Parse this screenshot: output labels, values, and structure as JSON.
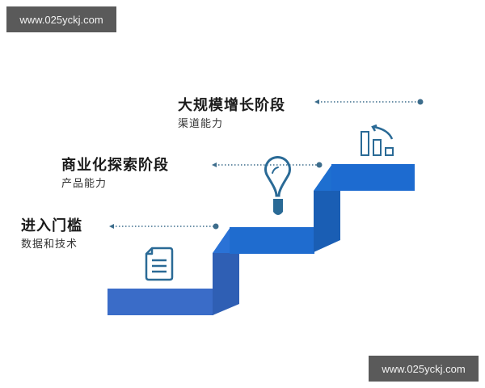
{
  "watermarks": {
    "top_left": "www.025yckj.com",
    "bottom_right": "www.025yckj.com"
  },
  "stages": [
    {
      "title": "大规模增长阶段",
      "subtitle": "渠道能力",
      "icon": "chart-growth-icon"
    },
    {
      "title": "商业化探索阶段",
      "subtitle": "产品能力",
      "icon": "lightbulb-icon"
    },
    {
      "title": "进入门槛",
      "subtitle": "数据和技术",
      "icon": "document-icon"
    }
  ],
  "colors": {
    "step_front": "#3a6cc8",
    "step_riser": "#2a5aa8",
    "step_top": "#1e6fd0",
    "icon_stroke": "#2a6a96",
    "connector": "#3d6d8c",
    "watermark_bg": "#5a5a5a"
  }
}
